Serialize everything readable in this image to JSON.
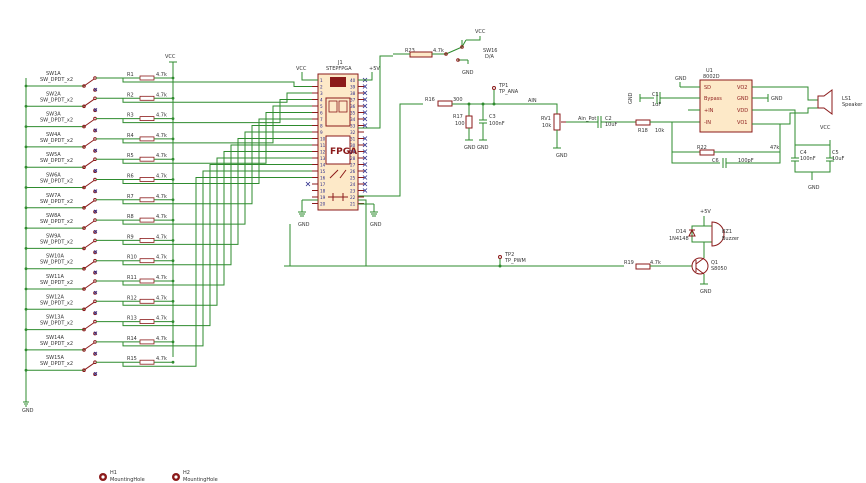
{
  "switches": [
    {
      "ref": "SW1A",
      "val": "SW_DPDT_x2",
      "res": "R1",
      "rval": "4.7k"
    },
    {
      "ref": "SW2A",
      "val": "SW_DPDT_x2",
      "res": "R2",
      "rval": "4.7k"
    },
    {
      "ref": "SW3A",
      "val": "SW_DPDT_x2",
      "res": "R3",
      "rval": "4.7k"
    },
    {
      "ref": "SW4A",
      "val": "SW_DPDT_x2",
      "res": "R4",
      "rval": "4.7k"
    },
    {
      "ref": "SW5A",
      "val": "SW_DPDT_x2",
      "res": "R5",
      "rval": "4.7k"
    },
    {
      "ref": "SW6A",
      "val": "SW_DPDT_x2",
      "res": "R6",
      "rval": "4.7k"
    },
    {
      "ref": "SW7A",
      "val": "SW_DPDT_x2",
      "res": "R7",
      "rval": "4.7k"
    },
    {
      "ref": "SW8A",
      "val": "SW_DPDT_x2",
      "res": "R8",
      "rval": "4.7k"
    },
    {
      "ref": "SW9A",
      "val": "SW_DPDT_x2",
      "res": "R9",
      "rval": "4.7k"
    },
    {
      "ref": "SW10A",
      "val": "SW_DPDT_x2",
      "res": "R10",
      "rval": "4.7k"
    },
    {
      "ref": "SW11A",
      "val": "SW_DPDT_x2",
      "res": "R11",
      "rval": "4.7k"
    },
    {
      "ref": "SW12A",
      "val": "SW_DPDT_x2",
      "res": "R12",
      "rval": "4.7k"
    },
    {
      "ref": "SW13A",
      "val": "SW_DPDT_x2",
      "res": "R13",
      "rval": "4.7k"
    },
    {
      "ref": "SW14A",
      "val": "SW_DPDT_x2",
      "res": "R14",
      "rval": "4.7k"
    },
    {
      "ref": "SW15A",
      "val": "SW_DPDT_x2",
      "res": "R15",
      "rval": "4.7k"
    }
  ],
  "power": {
    "vcc": "VCC",
    "gnd": "GND",
    "p5v": "+5V"
  },
  "fpga": {
    "ref": "J1",
    "name": "STEPFPGA",
    "chip": "FPGA",
    "left_pins": [
      "1",
      "2",
      "3",
      "4",
      "5",
      "6",
      "7",
      "8",
      "9",
      "10",
      "11",
      "12",
      "13",
      "14",
      "15",
      "16",
      "17",
      "18",
      "19",
      "20"
    ],
    "right_pins": [
      "40",
      "39",
      "38",
      "37",
      "36",
      "35",
      "34",
      "33",
      "32",
      "31",
      "30",
      "29",
      "28",
      "27",
      "26",
      "25",
      "24",
      "23",
      "22",
      "21"
    ]
  },
  "sw16": {
    "res": "R23",
    "rval": "4.7k",
    "ref": "SW16",
    "val": "D/A"
  },
  "ana": {
    "r16": "R16",
    "r16v": "300",
    "tp1": "TP1",
    "tp1v": "TP_ANA",
    "net": "AIN",
    "r17": "R17",
    "r17v": "100",
    "c3": "C3",
    "c3v": "100nF",
    "rv1": "RV1",
    "rv1v": "10k",
    "pot": "Ain_Pot",
    "c2": "C2",
    "c2v": "10uF",
    "r18": "R18",
    "r18v": "10k"
  },
  "amp": {
    "ref": "U1",
    "name": "8002D",
    "pins_left": [
      "SD",
      "Bypass",
      "+IN",
      "-IN"
    ],
    "pins_right": [
      "VO2",
      "GND",
      "VDD",
      "VO1"
    ],
    "c1": "C1",
    "c1v": "1uF",
    "r22": "R22",
    "r22v": "47k",
    "c6": "C6",
    "c6v": "100pF",
    "c4": "C4",
    "c4v": "100nF",
    "c5": "C5",
    "c5v": "10uF",
    "ls": "LS1",
    "lsv": "Speaker"
  },
  "pwm": {
    "tp2": "TP2",
    "tp2v": "TP_PWM",
    "r19": "R19",
    "r19v": "4.7k",
    "q": "Q1",
    "qv": "S8050",
    "d": "D14",
    "dv": "1N4148",
    "bz": "BZ1",
    "bzv": "Buzzer"
  },
  "holes": [
    {
      "ref": "H1",
      "val": "MountingHole"
    },
    {
      "ref": "H2",
      "val": "MountingHole"
    }
  ]
}
